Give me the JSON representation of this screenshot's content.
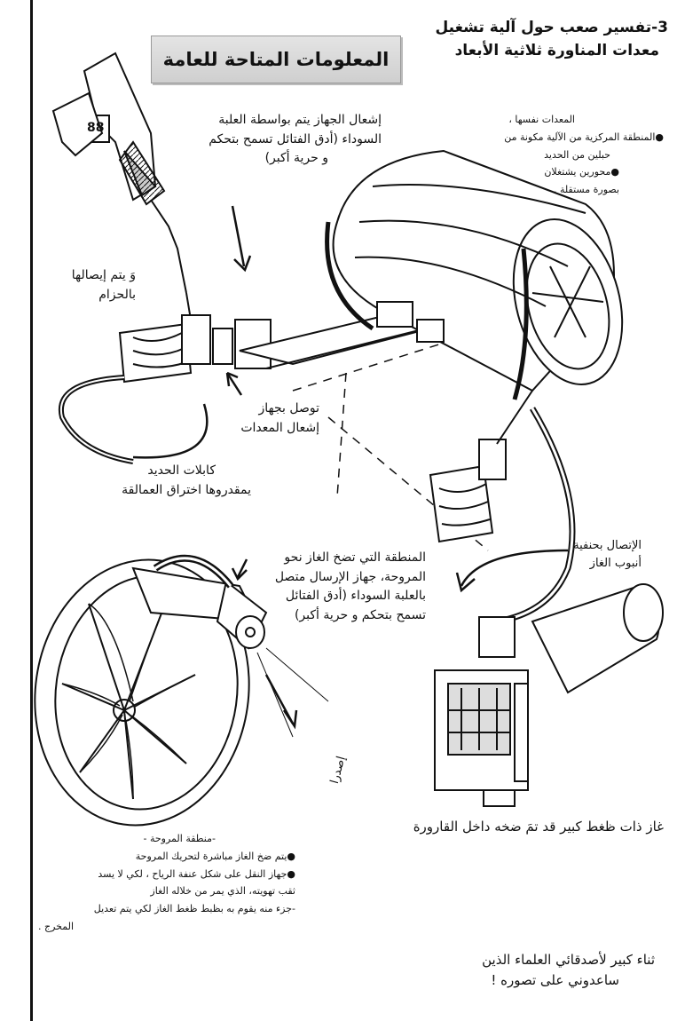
{
  "heading": {
    "number": "3-",
    "line1": "تفسير صعب حول آلية تشغيل",
    "line2": "معدات المناورة ثلاثية الأبعاد"
  },
  "title_box": "المعلومات المتاحة للعامة",
  "label_grip": {
    "line1": "إشعال الجهاز يتم بواسطة العلبة",
    "line2": "السوداء (أدق الفتائل تسمح بتحكم",
    "line3": "و حرية أكبر)"
  },
  "label_equipment": {
    "line1": "المعدات نفسها ،",
    "line2": "●المنطقة المركزية من الآلية مكونة من",
    "line3": "حبلين من الحديد",
    "line4": "●محورين يشتغلان",
    "line5": "بصورة مستقلة ."
  },
  "label_belt": {
    "line1": "وَ يتم إيصالها",
    "line2": "بالحزام"
  },
  "label_ignition": {
    "line1": "توصل بجهاز",
    "line2": "إشعال المعدات"
  },
  "label_cables": {
    "line1": "كابلات الحديد",
    "line2": "يمقدروها اختراق العمالقة"
  },
  "label_gas_push": {
    "line1": "المنطقة التي تضخ الغاز نحو",
    "line2": "المروحة، جهاز الإرسال متصل",
    "line3": "بالعلبة السوداء (أدق الفتائل",
    "line4": "تسمح بتحكم و حرية أكبر)"
  },
  "label_tap": {
    "line1": "الإتصال بحنفية",
    "line2": "أنبوب الغاز"
  },
  "label_exhaust": "إصدرا",
  "label_bottle": "غاز ذات ظغط كبير قد تمَ ضخه داخل القارورة",
  "label_fan": {
    "line1": "-منطقة المروحة -",
    "line2": "●يتم ضخ الغاز مباشرة لتحريك المروحة",
    "line3": "●جهاز النقل على شكل عنفة الرياح ، لكي لا يسد",
    "line4": "ثقب تهويته، الذي يمر من خلاله الغاز",
    "line5": "-جزء منه يقوم به بظبط ظغط الغاز لكي يتم تعديل",
    "line6": "المخرج ."
  },
  "thanks": {
    "line1": "ثناء كبير لأصدقائي العلماء الذين",
    "line2": "ساعدوني على تصوره !"
  },
  "icons": {
    "grip_counter": "88"
  }
}
